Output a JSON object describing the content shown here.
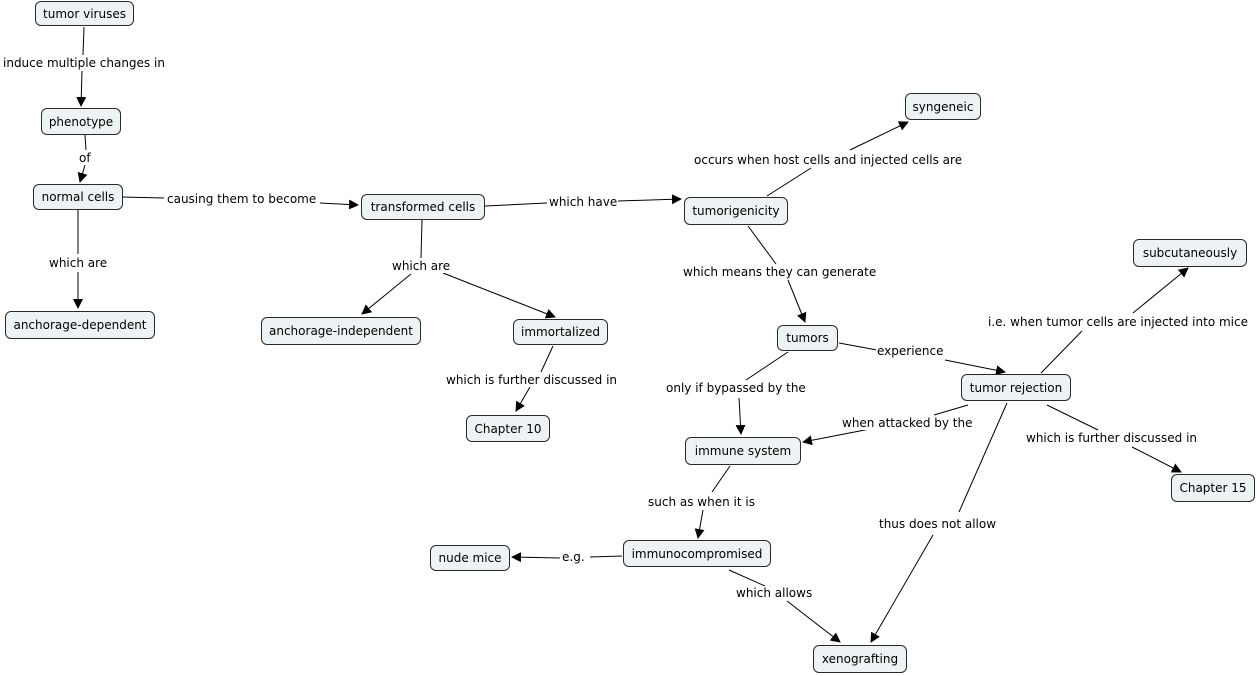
{
  "nodes": {
    "tumor_viruses": "tumor viruses",
    "phenotype": "phenotype",
    "normal_cells": "normal cells",
    "anchorage_dependent": "anchorage-dependent",
    "transformed_cells": "transformed cells",
    "anchorage_independent": "anchorage-independent",
    "immortalized": "immortalized",
    "chapter_10": "Chapter 10",
    "tumorigenicity": "tumorigenicity",
    "syngeneic": "syngeneic",
    "tumors": "tumors",
    "subcutaneously": "subcutaneously",
    "tumor_rejection": "tumor rejection",
    "immune_system": "immune system",
    "chapter_15": "Chapter 15",
    "immunocompromised": "immunocompromised",
    "nude_mice": "nude mice",
    "xenografting": "xenografting"
  },
  "links": {
    "induce_multiple_changes_in": "induce multiple changes in",
    "of": "of",
    "causing_them_to_become": "causing them to become",
    "which_are_1": "which are",
    "which_are_2": "which are",
    "which_have": "which have",
    "which_is_further_discussed_in_1": "which is further discussed in",
    "occurs_when": "occurs when host cells and injected cells are",
    "which_means": "which means they can generate",
    "experience": "experience",
    "ie_when": "i.e. when tumor cells are injected into mice",
    "only_if_bypassed": "only if bypassed by the",
    "when_attacked_by_the": "when attacked by the",
    "which_is_further_discussed_in_2": "which is further discussed in",
    "such_as_when_it_is": "such as when it is",
    "thus_does_not_allow": "thus does not allow",
    "eg": "e.g.",
    "which_allows": "which allows"
  }
}
